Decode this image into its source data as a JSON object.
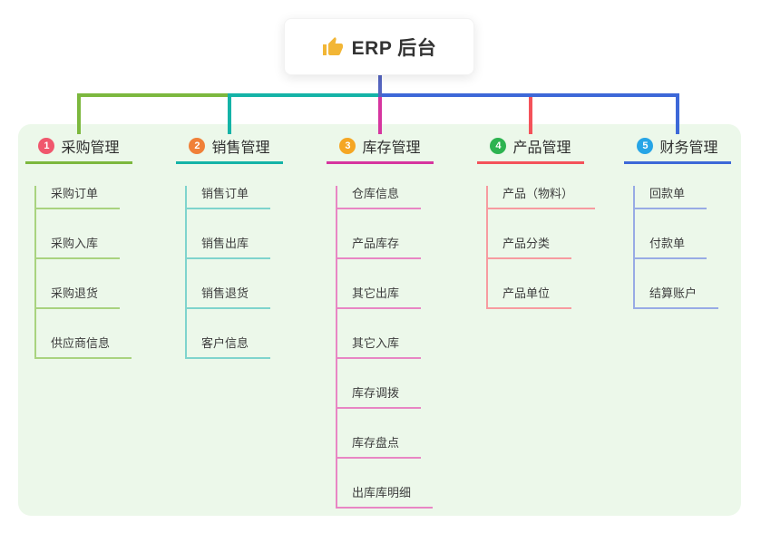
{
  "root": {
    "title": "ERP 后台",
    "icon": "thumbs-up-icon"
  },
  "theme": {
    "canvas_bg": "#ffffff",
    "panel_bg": "#ecf8ea",
    "root_connector_color": "#5565c0",
    "root_text_color": "#333333"
  },
  "branches": [
    {
      "number": "1",
      "label": "采购管理",
      "badge_color": "#f0576d",
      "line_color": "#7cb83e",
      "child_line_color": "#a9d37f",
      "children": [
        "采购订单",
        "采购入库",
        "采购退货",
        "供应商信息"
      ]
    },
    {
      "number": "2",
      "label": "销售管理",
      "badge_color": "#f08038",
      "line_color": "#14b3a7",
      "child_line_color": "#7fd4cd",
      "children": [
        "销售订单",
        "销售出库",
        "销售退货",
        "客户信息"
      ]
    },
    {
      "number": "3",
      "label": "库存管理",
      "badge_color": "#f5a623",
      "line_color": "#d6359f",
      "child_line_color": "#e886c4",
      "children": [
        "仓库信息",
        "产品库存",
        "其它出库",
        "其它入库",
        "库存调拨",
        "库存盘点",
        "出库库明细"
      ]
    },
    {
      "number": "4",
      "label": "产品管理",
      "badge_color": "#2db350",
      "line_color": "#f4525a",
      "child_line_color": "#f79ba0",
      "children": [
        "产品（物料）",
        "产品分类",
        "产品单位"
      ]
    },
    {
      "number": "5",
      "label": "财务管理",
      "badge_color": "#27a5e6",
      "line_color": "#3d68d8",
      "child_line_color": "#98abe5",
      "children": [
        "回款单",
        "付款单",
        "结算账户"
      ]
    }
  ]
}
